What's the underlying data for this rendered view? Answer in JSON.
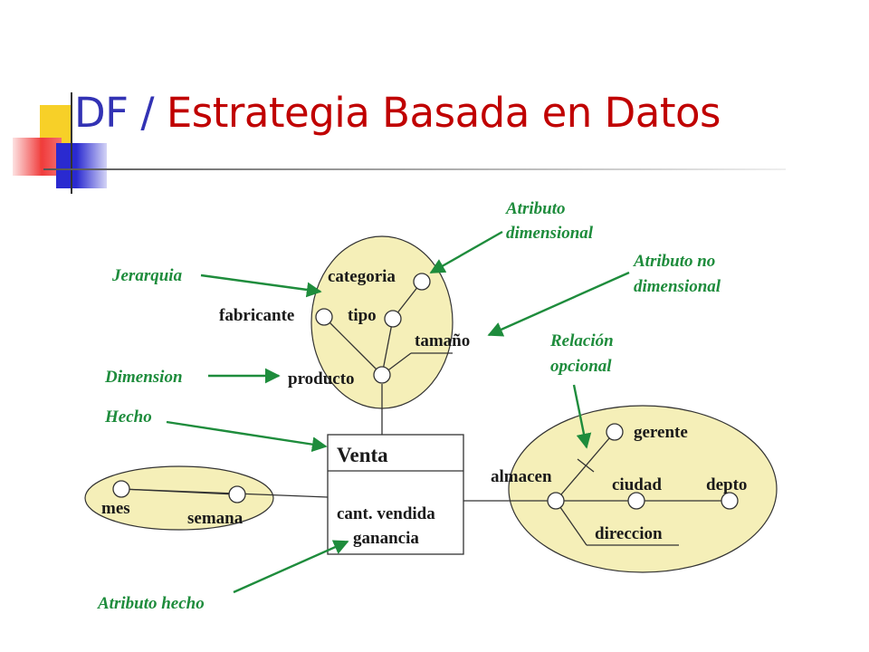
{
  "slide": {
    "title_part1": "DF / ",
    "title_part2": "Estrategia Basada en Datos"
  },
  "colors": {
    "title_blue": "#3232b4",
    "title_red": "#c00000",
    "annotation_green": "#1e8c3c",
    "ellipse_fill": "#f5efb8",
    "deco_yellow": "#f7d028",
    "deco_blue": "#2a2ad0",
    "deco_red": "#f03c3c"
  },
  "diagram": {
    "fact": {
      "name": "Venta",
      "measures": [
        "cant. vendida",
        "ganancia"
      ]
    },
    "dimension_producto": {
      "nodes": [
        "categoria",
        "fabricante",
        "tipo",
        "tamaño",
        "producto"
      ]
    },
    "dimension_tiempo": {
      "nodes": [
        "mes",
        "semana"
      ]
    },
    "dimension_almacen": {
      "nodes": [
        "gerente",
        "almacen",
        "ciudad",
        "depto",
        "direccion"
      ]
    },
    "annotations": {
      "jerarquia": "Jerarquia",
      "dimension": "Dimension",
      "hecho": "Hecho",
      "atributo_hecho": "Atributo hecho",
      "atributo_dimensional": [
        "Atributo",
        "dimensional"
      ],
      "atributo_no_dimensional": [
        "Atributo no",
        "dimensional"
      ],
      "relacion_opcional": [
        "Relación",
        "opcional"
      ]
    }
  }
}
